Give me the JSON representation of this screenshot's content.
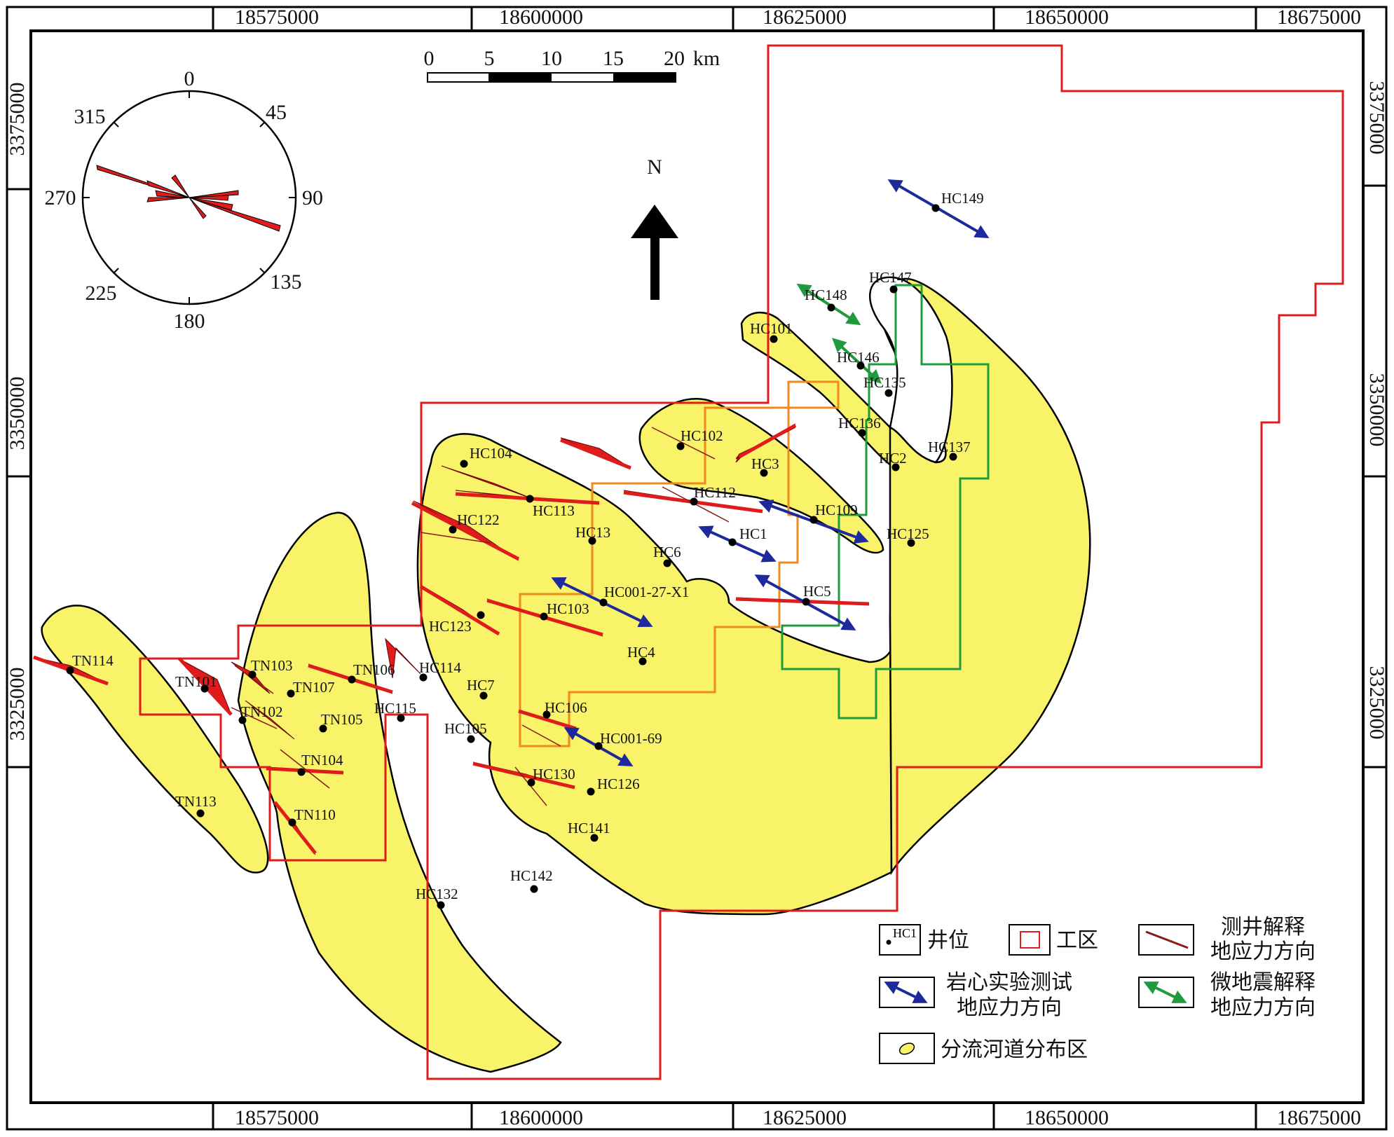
{
  "scale_bar": {
    "ticks": [
      "0",
      "5",
      "10",
      "15",
      "20"
    ],
    "unit": "km"
  },
  "north_arrow": {
    "label": "N"
  },
  "rose": {
    "angle_labels": [
      "0",
      "45",
      "90",
      "135",
      "180",
      "225",
      "270",
      "315"
    ]
  },
  "axes": {
    "top": [
      "18575000",
      "18600000",
      "18625000",
      "18650000",
      "18675000"
    ],
    "bottom": [
      "18575000",
      "18600000",
      "18625000",
      "18650000",
      "18675000"
    ],
    "left": [
      "3375000",
      "3350000",
      "3325000"
    ],
    "right": [
      "3375000",
      "3350000",
      "3325000"
    ]
  },
  "wells": [
    {
      "name": "HC149"
    },
    {
      "name": "HC147"
    },
    {
      "name": "HC148"
    },
    {
      "name": "HC101"
    },
    {
      "name": "HC146"
    },
    {
      "name": "HC135"
    },
    {
      "name": "HC136"
    },
    {
      "name": "HC137"
    },
    {
      "name": "HC2"
    },
    {
      "name": "HC102"
    },
    {
      "name": "HC3"
    },
    {
      "name": "HC104"
    },
    {
      "name": "HC112"
    },
    {
      "name": "HC109"
    },
    {
      "name": "HC113"
    },
    {
      "name": "HC125"
    },
    {
      "name": "HC122"
    },
    {
      "name": "HC1"
    },
    {
      "name": "HC13"
    },
    {
      "name": "HC6"
    },
    {
      "name": "HC001-27-X1"
    },
    {
      "name": "HC5"
    },
    {
      "name": "HC103"
    },
    {
      "name": "HC123"
    },
    {
      "name": "HC4"
    },
    {
      "name": "TN114"
    },
    {
      "name": "TN103"
    },
    {
      "name": "TN106"
    },
    {
      "name": "HC114"
    },
    {
      "name": "TN101"
    },
    {
      "name": "TN107"
    },
    {
      "name": "HC7"
    },
    {
      "name": "TN102"
    },
    {
      "name": "HC115"
    },
    {
      "name": "TN105"
    },
    {
      "name": "HC106"
    },
    {
      "name": "HC105"
    },
    {
      "name": "HC001-69"
    },
    {
      "name": "TN104"
    },
    {
      "name": "HC130"
    },
    {
      "name": "HC126"
    },
    {
      "name": "TN113"
    },
    {
      "name": "TN110"
    },
    {
      "name": "HC141"
    },
    {
      "name": "HC142"
    },
    {
      "name": "HC132"
    }
  ],
  "legend": {
    "well_sample": "HC1",
    "well": "井位",
    "work_area": "工区",
    "log_stress_line1": "测井解释",
    "log_stress_line2": "地应力方向",
    "core_stress_line1": "岩心实验测试",
    "core_stress_line2": "地应力方向",
    "micro_stress_line1": "微地震解释",
    "micro_stress_line2": "地应力方向",
    "channel": "分流河道分布区"
  },
  "colors": {
    "channel_fill": "#f9f36a",
    "work_area": "#e01b1b",
    "log_stress": "#e01b1b",
    "core_stress": "#1e2a9c",
    "micro_stress": "#1f9a3c",
    "orange_boundary": "#f08a1c",
    "green_boundary": "#1f9a3c"
  }
}
